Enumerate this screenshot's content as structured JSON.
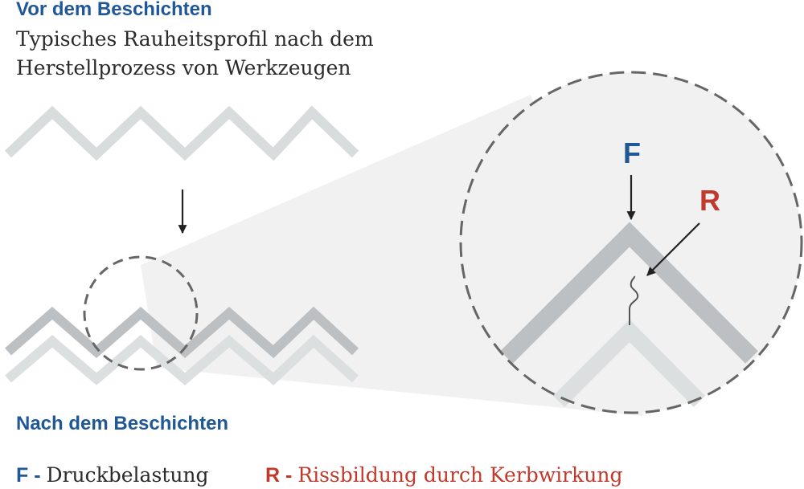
{
  "before": {
    "title": "Vor dem Beschichten",
    "description_lines": [
      "Typisches Rauheitsprofil nach dem",
      "Herstellprozess von Werkzeugen"
    ]
  },
  "after": {
    "title": "Nach dem Beschichten"
  },
  "zoom": {
    "force_letter": "F",
    "crack_letter": "R"
  },
  "legend": [
    {
      "key": "F",
      "separator": " - ",
      "text": "Druckbelastung"
    },
    {
      "key": "R",
      "separator": " - ",
      "text": "Rissbildung durch Kerbwirkung"
    }
  ],
  "colors": {
    "blue": "#1f5797",
    "red": "#c0392b",
    "substrate": "#d9dcdc",
    "coating": "#bcc0c2",
    "magnifier_fill": "#f1f1f1",
    "dashed": "#666666",
    "arrow": "#222222"
  }
}
